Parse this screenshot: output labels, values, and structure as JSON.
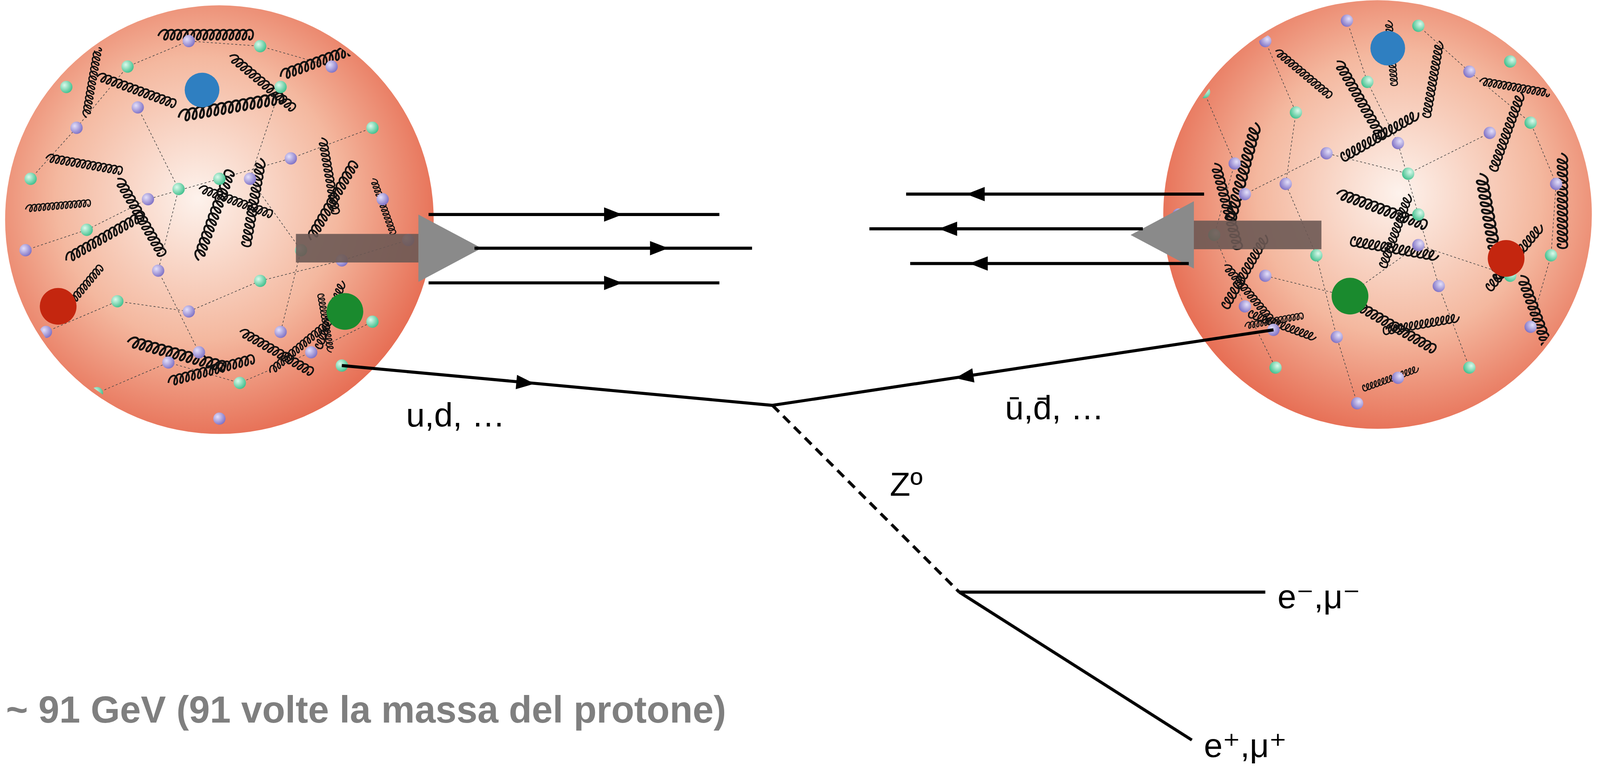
{
  "diagram": {
    "labels": [
      "u,d, …",
      "ū,d̄, …",
      "Zº",
      "e⁻,μ⁻",
      "e⁺,μ⁺",
      "~ 91 GeV (91 volte la massa del protone)"
    ]
  }
}
